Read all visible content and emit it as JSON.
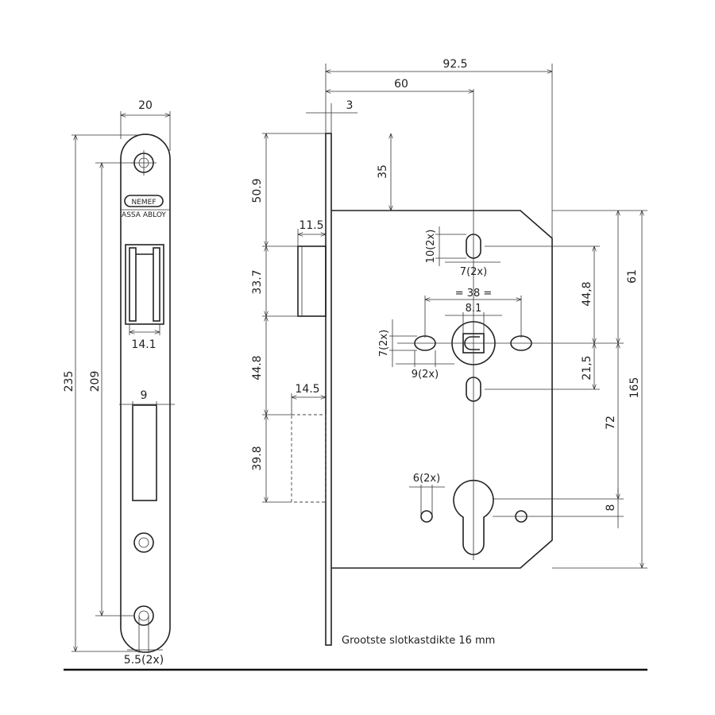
{
  "title": "Mortice lock technical drawing",
  "brand": {
    "logo": "NEMEF",
    "sub": "ASSA ABLOY"
  },
  "faceplate": {
    "width": "20",
    "height": "235",
    "screw_spacing": "209",
    "latch_width": "14.1",
    "bolt_width": "9",
    "screw_hole": "5.5(2x)"
  },
  "lockcase": {
    "overall_depth": "92.5",
    "backset": "60",
    "forend_thickness": "3",
    "top_to_case": "35",
    "top_to_latch": "50.9",
    "latch_projection": "11.5",
    "latch_height": "33.7",
    "latch_to_bolt": "44.8",
    "bolt_projection": "14.5",
    "bolt_height": "39.8",
    "slot_height": "10(2x)",
    "slot_width": "7(2x)",
    "rose_spacing": "38",
    "spindle": "8.1",
    "rose_hole_height": "7(2x)",
    "rose_hole_width": "9(2x)",
    "to_slot": "44,8",
    "to_top": "61",
    "to_lower_slot": "21,5",
    "centre_distance": "72",
    "case_height": "165",
    "cyl_offset": "8",
    "cyl_hole": "6(2x)"
  },
  "note": "Grootste slotkastdikte 16 mm"
}
